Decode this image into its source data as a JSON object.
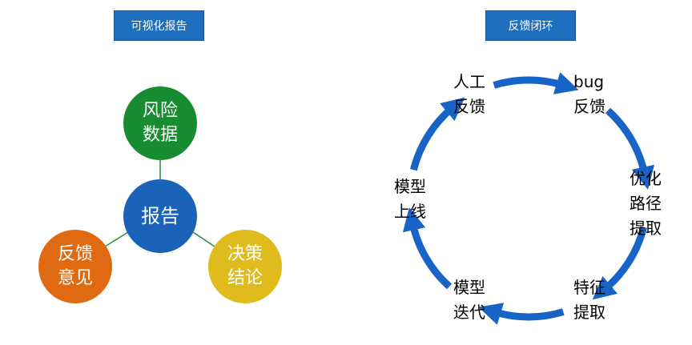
{
  "left_title": "可视化报告",
  "right_title": "反馈闭环",
  "nodes": {
    "risk": [
      "风险",
      "数据"
    ],
    "report": [
      "报告"
    ],
    "feedback": [
      "反馈",
      "意见"
    ],
    "conclusion": [
      "决策",
      "结论"
    ]
  },
  "cycle": {
    "human": [
      "人工",
      "反馈"
    ],
    "bug": [
      "bug",
      "反馈"
    ],
    "opt": [
      "优化",
      "路径",
      "提取"
    ],
    "feat": [
      "特征",
      "提取"
    ],
    "iter": [
      "模型",
      "迭代"
    ],
    "online": [
      "模型",
      "上线"
    ]
  },
  "colors": {
    "title_bg": "#1f6fbf",
    "risk": "#188c30",
    "report": "#1a63b8",
    "feedback": "#e06a12",
    "conclusion": "#e0bb1d",
    "arrow": "#1864c6",
    "connector": "#2e8b3e"
  }
}
